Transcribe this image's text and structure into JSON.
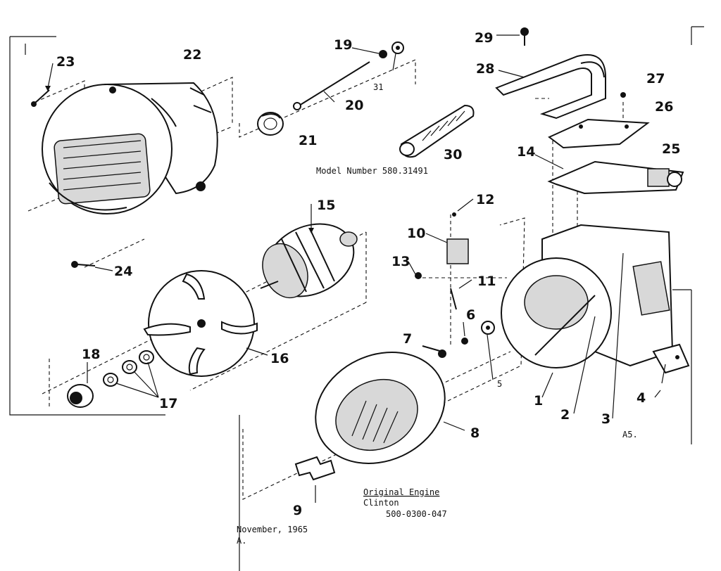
{
  "diagram": {
    "model_number": "Model Number 580.31491",
    "original_engine": "Original Engine",
    "engine_make": "Clinton",
    "engine_part": "500-0300-047",
    "date": "November, 1965",
    "date_mark": "A.",
    "page_code": "A5.",
    "callouts": {
      "p1": "1",
      "p2": "2",
      "p3": "3",
      "p4": "4",
      "p5": "5",
      "p6": "6",
      "p7": "7",
      "p8": "8",
      "p9": "9",
      "p10": "10",
      "p11": "11",
      "p12": "12",
      "p13": "13",
      "p14": "14",
      "p15": "15",
      "p16": "16",
      "p17": "17",
      "p18": "18",
      "p19": "19",
      "p20": "20",
      "p21": "21",
      "p22": "22",
      "p23": "23",
      "p24": "24",
      "p25": "25",
      "p26": "26",
      "p27": "27",
      "p28": "28",
      "p29": "29",
      "p30": "30",
      "p31": "31"
    }
  }
}
